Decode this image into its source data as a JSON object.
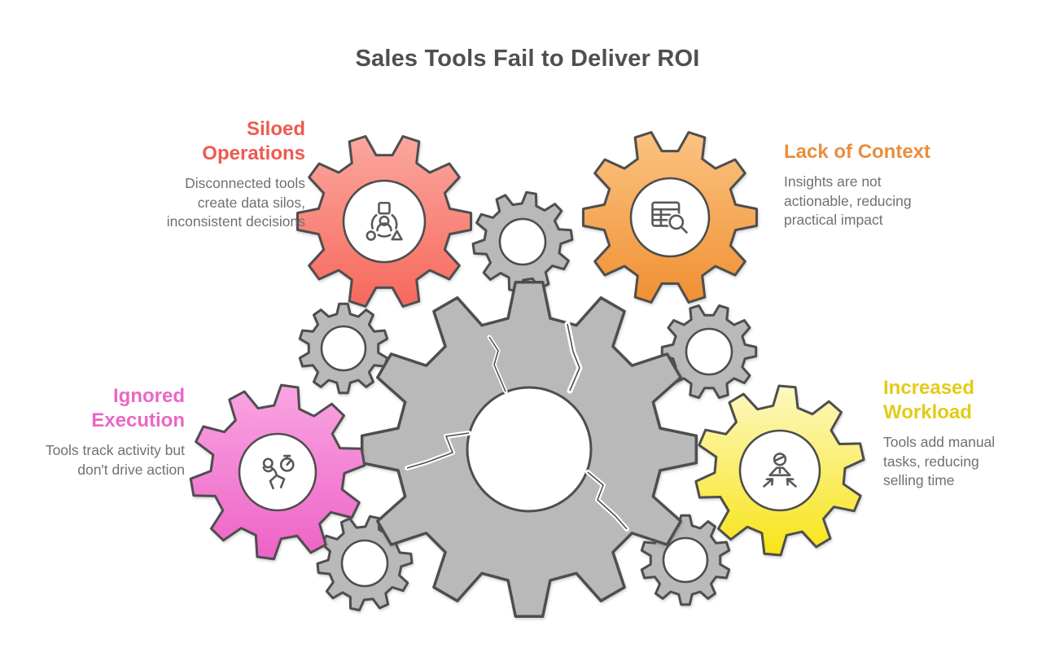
{
  "title": "Sales Tools Fail to Deliver ROI",
  "colors": {
    "background": "#ffffff",
    "title_text": "#4f4f4f",
    "body_text": "#707070",
    "gear_gray_fill": "#b9b9b9",
    "gear_outline": "#4e4e4e",
    "icon_stroke": "#595959"
  },
  "items": [
    {
      "id": "siloed-operations",
      "label": "Siloed Operations",
      "description": "Disconnected tools create data silos, inconsistent decisions",
      "heading_color": "#ee5a50",
      "gear_color_top": "#fba79e",
      "gear_color_bottom": "#f7685c",
      "icon": "person-network-icon"
    },
    {
      "id": "lack-of-context",
      "label": "Lack of Context",
      "description": "Insights are not actionable, reducing practical impact",
      "heading_color": "#e98e3e",
      "gear_color_top": "#fbc382",
      "gear_color_bottom": "#f09032",
      "icon": "data-search-icon"
    },
    {
      "id": "ignored-execution",
      "label": "Ignored Execution",
      "description": "Tools track activity but don't drive action",
      "heading_color": "#ea67c5",
      "gear_color_top": "#f9a5e2",
      "gear_color_bottom": "#ee62c6",
      "icon": "activity-tracking-icon"
    },
    {
      "id": "increased-workload",
      "label": "Increased Workload",
      "description": "Tools add manual tasks, reducing selling time",
      "heading_color": "#e3cb17",
      "gear_color_top": "#fdf8c2",
      "gear_color_bottom": "#f7e416",
      "icon": "workload-pressure-icon"
    }
  ]
}
